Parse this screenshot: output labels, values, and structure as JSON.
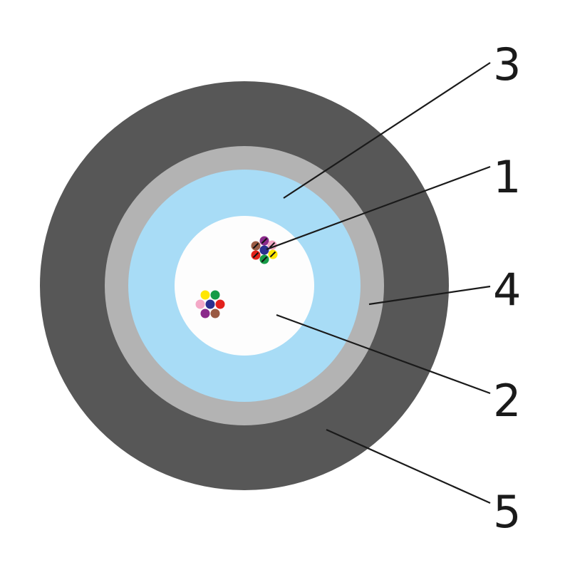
{
  "diagram": {
    "colors": {
      "background": "#ffffff",
      "outer_sheath": "#575757",
      "armor_layer": "#b3b3b3",
      "gel_layer": "#a8dcf6",
      "core_tube": "#fdfdfd",
      "leader_line": "#1a1a1a",
      "callout_text": "#1a1a1a",
      "fiber_stripe": "#111111"
    },
    "fiber_bundle_1": {
      "fibers": [
        {
          "name": "violet",
          "color": "#8b2a8b",
          "striped": true
        },
        {
          "name": "pink",
          "color": "#f4a9c7",
          "striped": true
        },
        {
          "name": "brown",
          "color": "#9a5a43",
          "striped": true
        },
        {
          "name": "blue",
          "color": "#2b2f8f",
          "striped": false
        },
        {
          "name": "red",
          "color": "#e3211c",
          "striped": true
        },
        {
          "name": "yellow",
          "color": "#ffe600",
          "striped": true
        },
        {
          "name": "green",
          "color": "#169b47",
          "striped": true
        }
      ]
    },
    "fiber_bundle_2": {
      "fibers": [
        {
          "name": "yellow",
          "color": "#ffe600",
          "striped": false
        },
        {
          "name": "green",
          "color": "#169b47",
          "striped": false
        },
        {
          "name": "pink",
          "color": "#f4a9c7",
          "striped": false
        },
        {
          "name": "blue",
          "color": "#2b2f8f",
          "striped": false
        },
        {
          "name": "red",
          "color": "#e3211c",
          "striped": false
        },
        {
          "name": "violet",
          "color": "#8b2a8b",
          "striped": false
        },
        {
          "name": "brown",
          "color": "#9a5a43",
          "striped": false
        }
      ]
    },
    "callouts": {
      "c1": "1",
      "c2": "2",
      "c3": "3",
      "c4": "4",
      "c5": "5"
    }
  }
}
